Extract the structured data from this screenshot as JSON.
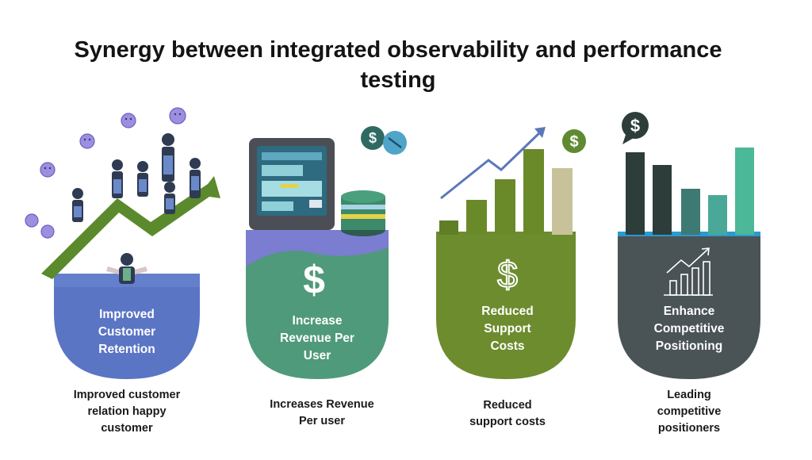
{
  "title": "Synergy between integrated observability and performance testing",
  "cards": [
    {
      "label": "Improved\nCustomer\nRetention",
      "caption": "Improved customer\nrelation happy\ncustomer",
      "color": "#5a75c4"
    },
    {
      "label": "Increase\nRevenue Per\nUser",
      "caption": "Increases Revenue\nPer user",
      "color": "#4f9a7a"
    },
    {
      "label": "Reduced\nSupport\nCosts",
      "caption": "Reduced\nsupport costs",
      "color": "#6d8c2e"
    },
    {
      "label": "Enhance\nCompetitive\nPositioning",
      "caption": "Leading\ncompetitive\npositioners",
      "color": "#4a5356"
    }
  ],
  "icons": {
    "dollar_symbol": "$"
  }
}
